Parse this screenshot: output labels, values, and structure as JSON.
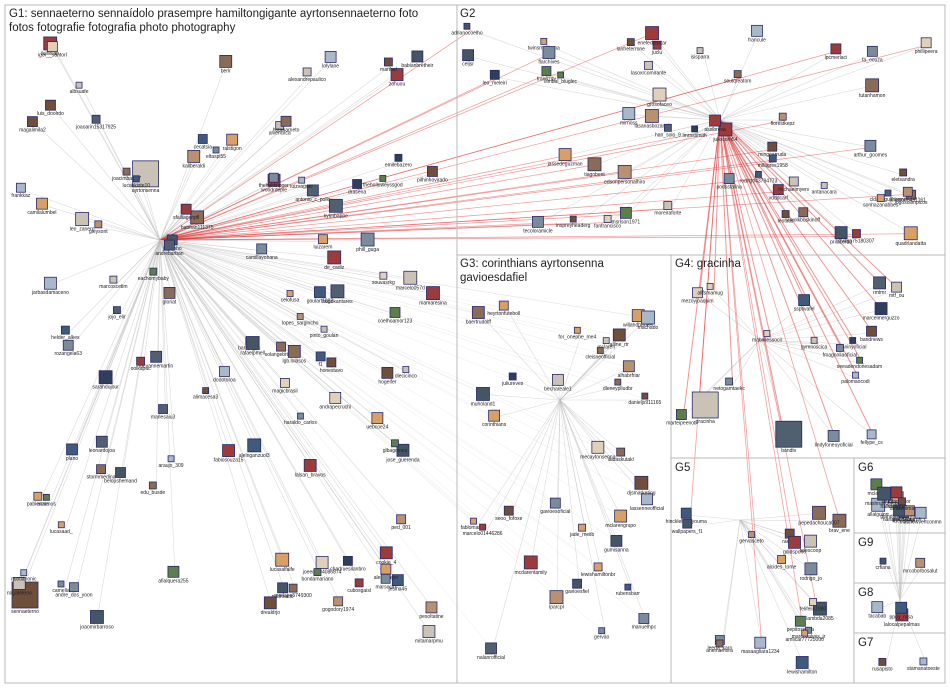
{
  "groups": [
    {
      "id": "G1",
      "title": "G1: sennaeterno sennaídolo prasempre hamiltongigante ayrtonsennaeterno foto",
      "title2": "fotos fotografie fotografia photo photography"
    },
    {
      "id": "G2",
      "title": "G2",
      "title2": ""
    },
    {
      "id": "G3",
      "title": "G3: corinthians ayrtonsenna",
      "title2": "gavioesdafiel"
    },
    {
      "id": "G4",
      "title": "G4: gracinha",
      "title2": ""
    },
    {
      "id": "G5",
      "title": "G5",
      "title2": ""
    },
    {
      "id": "G6",
      "title": "G6",
      "title2": ""
    },
    {
      "id": "G7",
      "title": "G7",
      "title2": ""
    },
    {
      "id": "G8",
      "title": "G8",
      "title2": ""
    },
    {
      "id": "G9",
      "title": "G9",
      "title2": ""
    }
  ],
  "nodes": {
    "G1": [
      "sennaeterno",
      "ayrtonsenna",
      "f1",
      "edu_busde",
      "honestavo",
      "haraldo_carlos",
      "drasena",
      "araujo_309",
      "alexandrepaulico",
      "lopes_sargincho",
      "ped_001",
      "rozangela63",
      "jose_guerenda",
      "magicbrasil",
      "jesiha45",
      "jaquinho",
      "phill_guga",
      "leo_zanero",
      "batman111375",
      "diecicinco",
      "joeecar94086874",
      "camilalumbel",
      "barbergtic",
      "kallberaldi",
      "zohuou",
      "andrebarban",
      "marlape5749300",
      "ralstigon",
      "sfalliagenpfl",
      "gloriat",
      "lucyannemartin",
      "woodrdepie",
      "coelhoamor123",
      "uebcoe24",
      "solangebritoso",
      "fabiosouza15",
      "marcelo057d",
      "antonio_c_pollo",
      "camillayohana",
      "eachomybaby",
      "chadruesilanbro",
      "lucasaad_",
      "jarbasdamaceno",
      "albsuafe",
      "pilhinhovirado",
      "alvencilca",
      "alimacesa3",
      "andre_dos_yoon",
      "alexaongio",
      "marsocio",
      "kylmbappe",
      "frankkaz",
      "fullvilian",
      "theholdsipper",
      "pinto_goulan",
      "luizvagner",
      "theholloweyssgod",
      "afialquera255",
      "helder_alkes",
      "nagaleteoo",
      "padroacio",
      "nuotlanonic",
      "joaomirbarroso",
      "alelnganzuol3",
      "joacimbarar7",
      "sarahdujour",
      "pablerosa",
      "lalsan_bravos",
      "berlr",
      "camella",
      "plano",
      "marthal",
      "cookie_4",
      "pesoltatine",
      "hugokantares",
      "belopshemand",
      "souvasrkg",
      "marcoscetim",
      "hogeifer",
      "marlesaiu3",
      "luizarem",
      "goulart1882",
      "gleysont",
      "mitamarpmu",
      "lucasalfalfe",
      "emilebazero",
      "hotanarneto",
      "dodotoroa",
      "gogodory1974",
      "eltaspi55",
      "cecatsia",
      "lgb.lolasos",
      "rafaelpmell",
      "de_cadiz",
      "lolylane",
      "oolkapuc",
      "stormmedina",
      "lucaskiste10",
      "celofusa",
      "acaenos",
      "cubosgaisl",
      "glbagomes",
      "babianbretheir",
      "andrapecruchi",
      "bondamariano",
      "magalimila2",
      "luis_doolrdo",
      "igor__santorl",
      "drealdrjo",
      "joaoarin15317925",
      "leonardojoa",
      "jojo_elir",
      "mamaresina"
    ],
    "G2": [
      "vdddcarf",
      "lasanasbozanel",
      "leo_meleiri",
      "prilacerda",
      "tecoloramicle",
      "isisparra",
      "jassedeguzman",
      "twinsmeliterna",
      "tiagobent",
      "juliocorn54",
      "phillipeera",
      "grosofaceo",
      "adrianocoelho",
      "juclu",
      "inspreyheaderg",
      "antanacara",
      "moreiraforte",
      "jogosolimpicos",
      "mingoarruda",
      "mirnoss",
      "lmrnssmith",
      "podsstalina",
      "milagres1958",
      "wwolkbuskinoff",
      "thiago75180307",
      "han_solo_9",
      "quadrlandatta",
      "lanfreterrone",
      "msrlson1971",
      "michaelmyers",
      "juliano86491161",
      "ilimbal_bluglec",
      "lpcmerlaci",
      "cldao_guilherme",
      "rodrigo43794773",
      "assibreva",
      "arthur_goomes",
      "tutanhamon",
      "florestkepz",
      "lasoxrcomirante",
      "seulqreatom",
      "sonhazanabbes",
      "edsonpersonalhiro",
      "fa_oouza",
      "fanfrancisco",
      "celjsr",
      "enefeddostar",
      "leofcus",
      "fran6zdy",
      "eletsandra",
      "flarchives",
      "francule"
    ],
    "G3": [
      "mclarengrupo",
      "mclaren",
      "mcdarentamily",
      "lassenneofficial",
      "gavioesfiel",
      "lewishamiltonbr",
      "for_onephe_me4",
      "fablomarcel",
      "seoo_fofoxe",
      "juliureves",
      "jade_meiib",
      "dleneypliudbr",
      "willandharleet",
      "mecaytonsenna",
      "gumisanna",
      "alline_rtr",
      "djsmarketing",
      "laidaskutakl",
      "rubensbarr",
      "gervao",
      "alhabrfriar",
      "cleisneofficial",
      "nalanrofficial",
      "machado",
      "muholand1",
      "manuelhpc",
      "danieljs911165",
      "heyrtonfuteboll",
      "gavioesoficial",
      "corinthians",
      "bechareale1",
      "baertrudolff",
      "marcelo01446286",
      "lparcpl"
    ],
    "G4": [
      "seeadendonesadam",
      "naninyoficial",
      "lindyfoneuyoficial",
      "fellype_cs",
      "palomaocodi",
      "marcelmerguzzo",
      "gracinha",
      "fmagnoliaoficial",
      "gymnoscica",
      "ssptivafel",
      "mezoyjoaquim",
      "mabxilessocil",
      "netogamtaekc",
      "allfsmamug",
      "marteipeenoti",
      "mtf_ou",
      "bandnews",
      "bandtv",
      "rmtmr"
    ],
    "G5": [
      "brav_ene",
      "alcides_tome",
      "hincklehildoyouma",
      "pepitosenna",
      "leena_karo",
      "telescoop",
      "gervasceto",
      "anemamora",
      "lambda2085",
      "masaagliara1234",
      "marcosalves_jr",
      "lewishamilton",
      "raeltac",
      "gdidspono",
      "pepedachouca007",
      "felifelix1980",
      "rodrigo_jo",
      "amlicar77725000",
      "wallpapers_f1"
    ],
    "G6": [
      "mclaren",
      "gianddalotolinelo",
      "laenisena",
      "matthewvenconmn",
      "allalguiorr",
      "hallvanzane",
      "nanamichelinn",
      "mcrlaren",
      "laedrardunor",
      "glendamurph_c",
      "mashnatiotaconu",
      "tanisemma"
    ],
    "G7": [
      "stamanatoeste",
      "rusapisto"
    ],
    "G8": [
      "lalocalpepalmas",
      "ppcg_rasa",
      "tacabab"
    ],
    "G9": [
      "crfiana",
      "mrcoborbosalut"
    ]
  }
}
